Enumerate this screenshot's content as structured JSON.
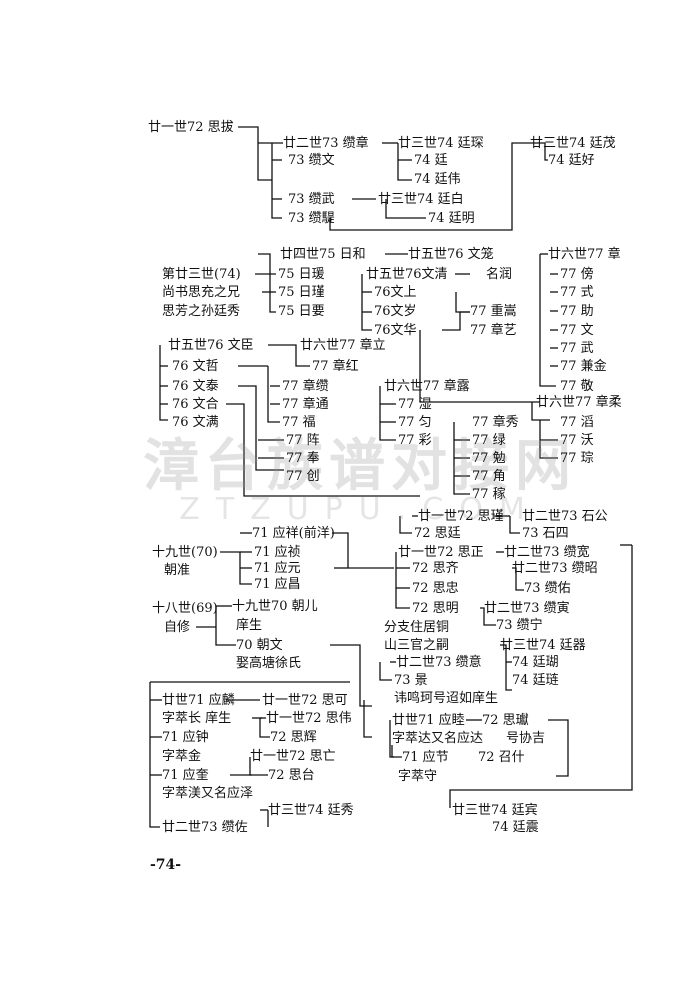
{
  "watermark": {
    "cn": "漳台族谱对接网",
    "en": "ZTZUPU.COM"
  },
  "page_number": "-74-",
  "entries": [
    "廿一世72  思拔",
    "廿二世73  缵章",
    "廿三世74  廷琛",
    "廿三世74  廷茂",
    "73  缵文",
    "74  廷",
    "74  廷好",
    "74  廷伟",
    "73  缵武",
    "廿三世74  廷白",
    "73  缵騠",
    "74  廷明",
    "廿四世75  日和",
    "廿五世76  文笼",
    "廿六世77  章",
    "第廿三世(74)",
    "75  日瑗",
    "廿五世76文清",
    "名润",
    "77  傍",
    "尚书思充之兄",
    "75  日瑾",
    "76文上",
    "77  式",
    "思芳之孙廷秀",
    "75  日要",
    "76文岁",
    "77  重嵩",
    "77  助",
    "76文华",
    "77  章艺",
    "77  文",
    "廿五世76  文臣",
    "廿六世77  章立",
    "77  武",
    "76  文哲",
    "77  章红",
    "77  兼金",
    "76  文泰",
    "77  章缵",
    "廿六世77  章露",
    "77  敬",
    "76  文合",
    "77  章通",
    "77  湿",
    "廿六世77  章柔",
    "76  文满",
    "77  福",
    "77  匀",
    "77  章秀",
    "77  滔",
    "77  阵",
    "77  彩",
    "77  绿",
    "77  沃",
    "77  奉",
    "77  勉",
    "77  琮",
    "77  创",
    "77  角",
    "77  稼",
    "廿一世72  思瑾",
    "廿二世73  石公",
    "71  应祥(前洋)",
    "72  思廷",
    "73  石四",
    "十九世(70)",
    "71  应祯",
    "廿一世72  思正",
    "廿二世73  缵宽",
    "朝准",
    "71  应元",
    "72  思齐",
    "廿二世73  缵昭",
    "71  应昌",
    "72  思忠",
    "73  缵佑",
    "72  思明",
    "廿二世73  缵寅",
    "十八世(69)",
    "十九世70  朝儿",
    "73  缵宁",
    "自修",
    "庠生",
    "分支住居铜",
    "70  朝文",
    "山三官之嗣",
    "娶高塘徐氏",
    "廿三世74  廷器",
    "廿二世73  缵意",
    "74  廷瑚",
    "73  景",
    "74  廷琏",
    "廿世71  应麟",
    "廿一世72  思可",
    "讳鸣珂号迢如庠生",
    "字萃长  庠生",
    "廿一世72  思伟",
    "廿世71  应睦",
    "72  思瓛",
    "71  应钟",
    "72  思辉",
    "字萃达又名应达",
    "号协吉",
    "字萃金",
    "廿一世72  思亡",
    "71  应节",
    "72  召什",
    "71  应奎",
    "72  思台",
    "字萃守",
    "字萃渼又名应泽",
    "廿三世74  廷秀",
    "廿三世74  廷宾",
    "廿二世73  缵佐",
    "74  廷震"
  ]
}
